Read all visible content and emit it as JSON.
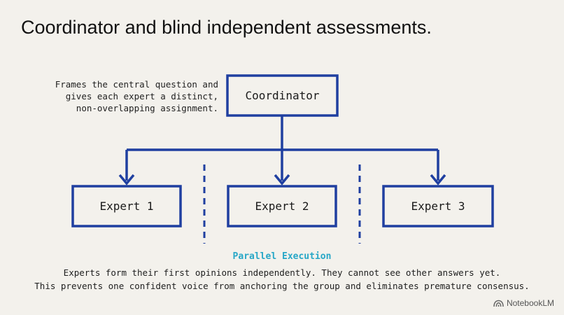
{
  "title": "Coordinator and blind independent assessments.",
  "note": {
    "lines": [
      "Frames the central question and",
      "gives each expert a distinct,",
      "non-overlapping assignment."
    ]
  },
  "nodes": {
    "coordinator": "Coordinator",
    "experts": [
      "Expert 1",
      "Expert 2",
      "Expert 3"
    ]
  },
  "parallel_label": "Parallel Execution",
  "caption": {
    "lines": [
      "Experts form their first opinions independently. They cannot see other answers yet.",
      "This prevents one confident voice from anchoring the group and eliminates premature consensus."
    ]
  },
  "brand": {
    "name": "NotebookLM",
    "icon": "notebooklm-logo-icon"
  },
  "colors": {
    "accent": "#1f3fa0",
    "highlight": "#27a7c7",
    "background": "#f3f1ec"
  }
}
